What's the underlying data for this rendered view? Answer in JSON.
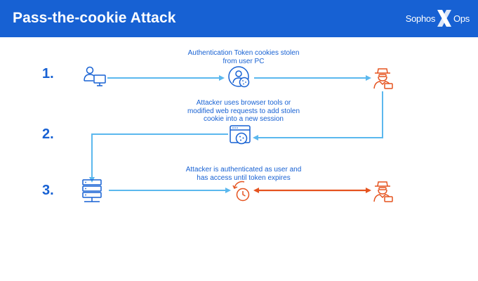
{
  "header": {
    "title": "Pass-the-cookie Attack",
    "logo": {
      "brand": "Sophos",
      "suffix": "Ops"
    }
  },
  "steps": [
    {
      "number": "1.",
      "caption": [
        "Authentication Token cookies stolen",
        "from user PC"
      ]
    },
    {
      "number": "2.",
      "caption": [
        "Attacker uses browser tools or",
        "modified web requests to add stolen",
        "cookie into a new session"
      ]
    },
    {
      "number": "3.",
      "caption": [
        "Attacker is authenticated as user and",
        "has access until token expires"
      ]
    }
  ],
  "icons": {
    "step1": [
      "user-computer-icon",
      "user-cookie-icon",
      "attacker-icon"
    ],
    "step2": [
      "browser-cookie-icon"
    ],
    "step3": [
      "server-icon",
      "clock-refresh-icon",
      "attacker-icon"
    ]
  },
  "colors": {
    "header_bg": "#1761d3",
    "text_blue": "#1761d3",
    "arrow_light_blue": "#5bb8ee",
    "attacker_orange": "#e5531f",
    "icon_blue": "#1761d3"
  }
}
